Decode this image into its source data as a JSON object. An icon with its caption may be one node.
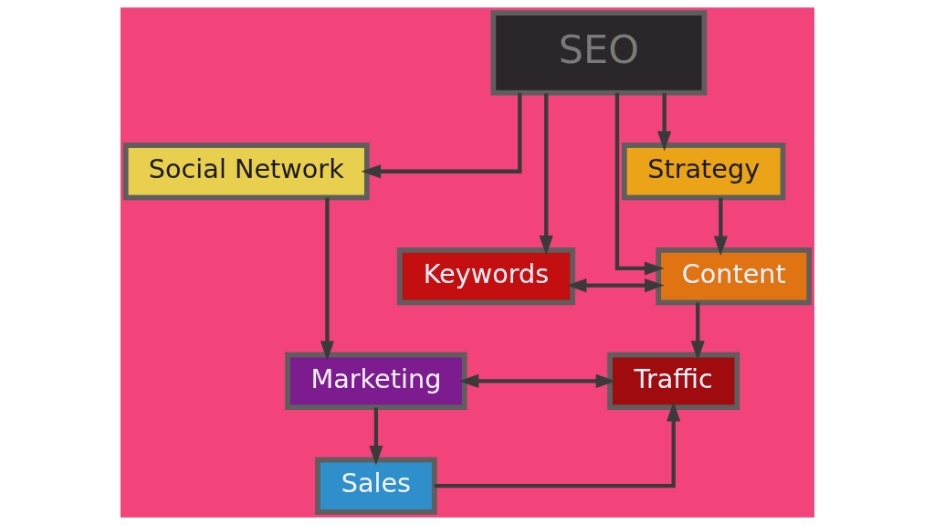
{
  "diagram": {
    "nodes": [
      {
        "text": [
          "SEO"
        ]
      },
      {
        "text": [
          "Social Network"
        ]
      },
      {
        "text": [
          "Strategy"
        ]
      },
      {
        "text": [
          "Keywords"
        ]
      },
      {
        "text": [
          "Content"
        ]
      },
      {
        "text": [
          "Marketing"
        ]
      },
      {
        "text": [
          "Traffic"
        ]
      },
      {
        "text": [
          "Sales"
        ]
      }
    ],
    "edges": [
      {
        "from": 0,
        "to": 1,
        "arrow": "to"
      },
      {
        "from": 0,
        "to": 2,
        "arrow": "to"
      },
      {
        "from": 0,
        "to": 3,
        "arrow": "to"
      },
      {
        "from": 0,
        "to": 4,
        "arrow": "to"
      },
      {
        "from": 1,
        "to": 5,
        "arrow": "to"
      },
      {
        "from": 2,
        "to": 4,
        "arrow": "to"
      },
      {
        "from": 3,
        "to": 4,
        "arrow": "both"
      },
      {
        "from": 4,
        "to": 6,
        "arrow": "to"
      },
      {
        "from": 5,
        "to": 6,
        "arrow": "both"
      },
      {
        "from": 5,
        "to": 7,
        "arrow": "to"
      },
      {
        "from": 7,
        "to": 6,
        "arrow": "to"
      }
    ]
  }
}
